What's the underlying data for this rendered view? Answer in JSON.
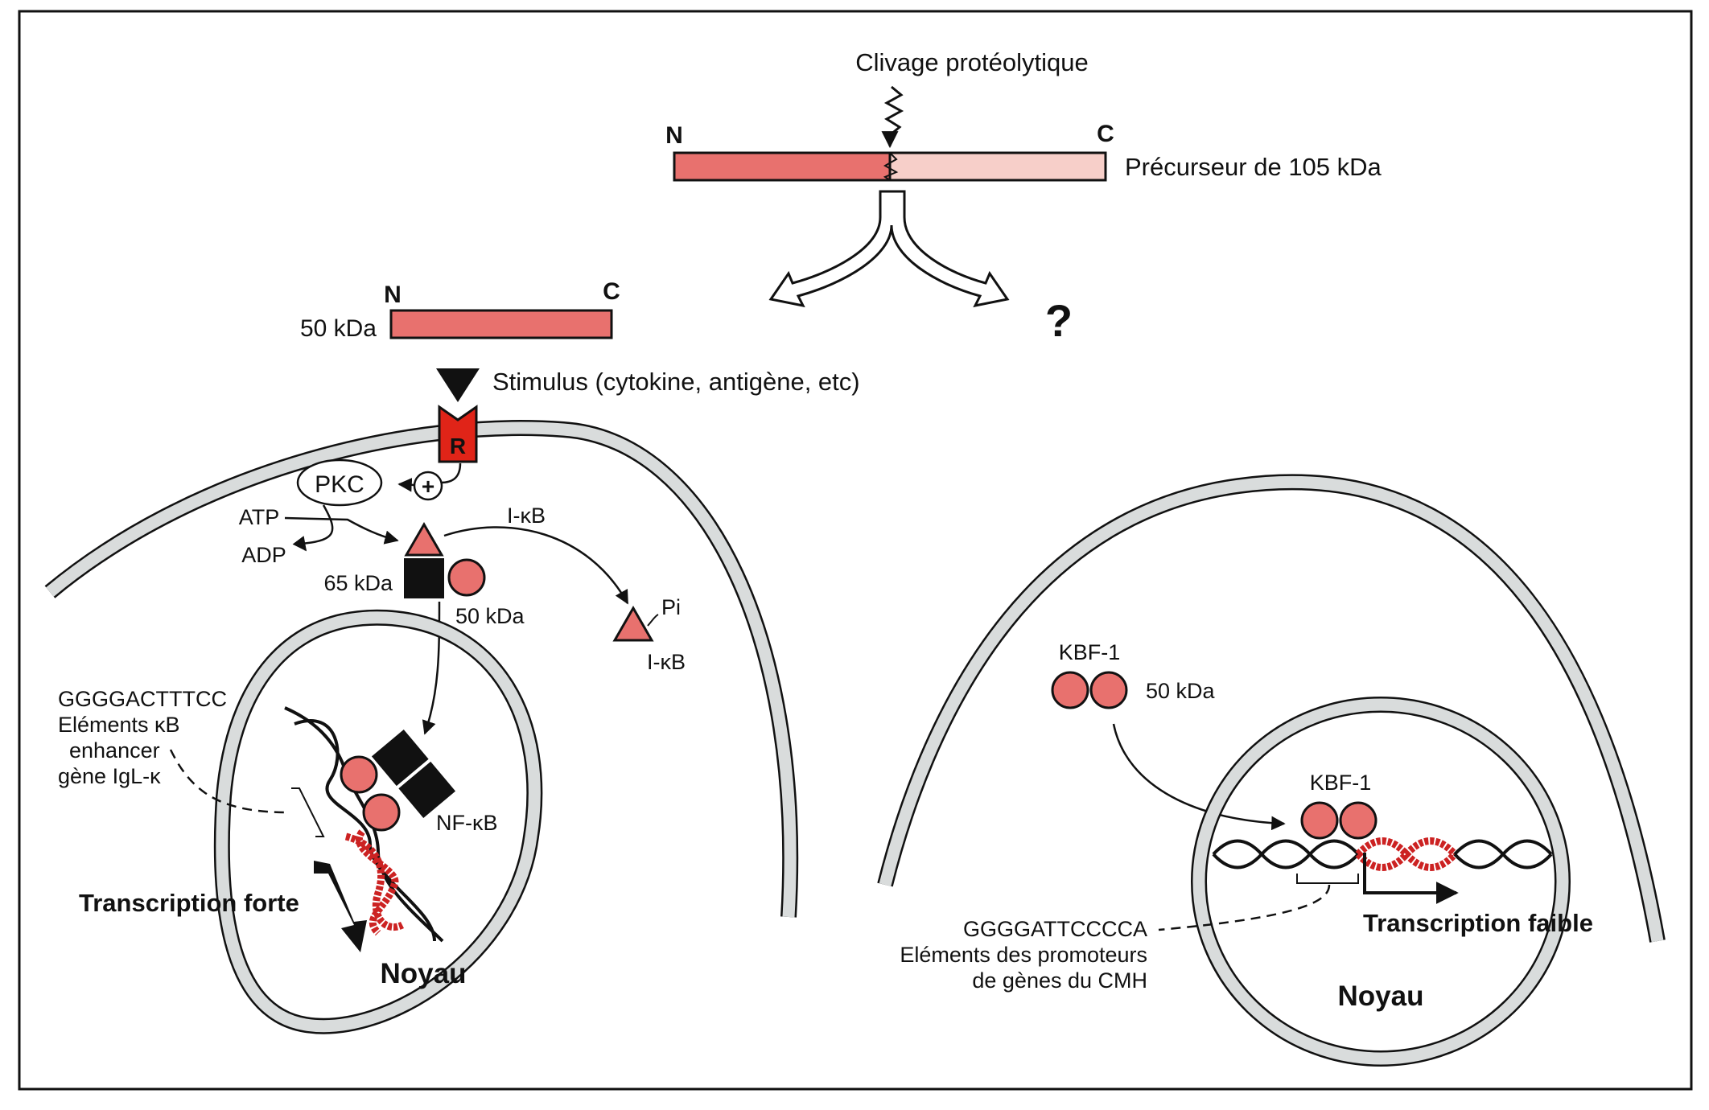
{
  "labels": {
    "cleavage": "Clivage protéolytique",
    "n_top": "N",
    "c_top": "C",
    "precursor": "Précurseur de 105 kDa",
    "n_50": "N",
    "c_50": "C",
    "kda_50_bar": "50 kDa",
    "question": "?",
    "stimulus": "Stimulus (cytokine, antigène, etc)",
    "receptor": "R",
    "pkc": "PKC",
    "plus": "+",
    "atp": "ATP",
    "adp": "ADP",
    "ikb_top": "I-κB",
    "kda_65": "65 kDa",
    "kda_50_complex": "50 kDa",
    "pi": "Pi",
    "ikb_free": "I-κB",
    "seq_left": "GGGGACTTTCC",
    "elements_kb": "Eléments κB",
    "enhancer": "enhancer",
    "gene_igl": "gène IgL-κ",
    "nfkb": "NF-κB",
    "transcription_forte": "Transcription forte",
    "noyau_left": "Noyau",
    "kbf1_top": "KBF-1",
    "kda_50_kbf": "50 kDa",
    "kbf1_nucleus": "KBF-1",
    "transcription_faible": "Transcription faible",
    "seq_right": "GGGGATTCCCCA",
    "elements_promoteurs": "Eléments des promoteurs",
    "genes_cmh": "de gènes du CMH",
    "noyau_right": "Noyau"
  },
  "colors": {
    "salmon": "#e8716e",
    "salmon_light": "#f7cfc9",
    "receptor_red": "#e02418",
    "membrane_gray": "#d9dcdc",
    "dna_red": "#cc2222",
    "black": "#111111"
  }
}
